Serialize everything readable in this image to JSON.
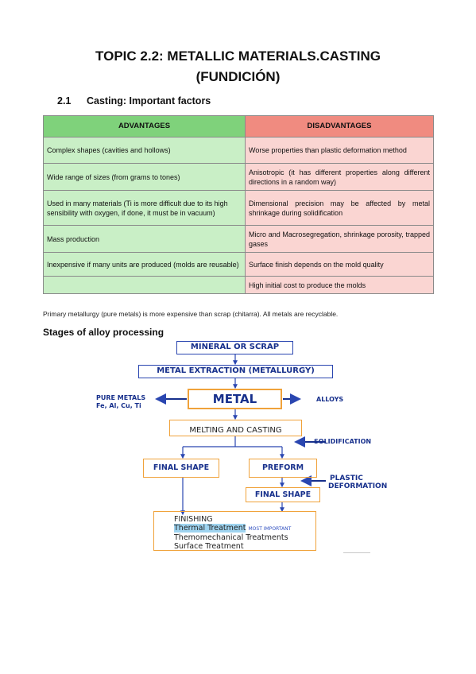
{
  "header": {
    "title_line1": "TOPIC 2.2: METALLIC MATERIALS.CASTING",
    "title_line2": "(FUNDICIÓN)"
  },
  "section": {
    "number": "2.1",
    "title": "Casting: Important factors"
  },
  "table": {
    "headers": {
      "advantages": "ADVANTAGES",
      "disadvantages": "DISADVANTAGES"
    },
    "rows": [
      {
        "advantage": "Complex shapes (cavities and hollows)",
        "disadvantage": "Worse properties than plastic deformation method"
      },
      {
        "advantage": "Wide range of sizes (from grams to tones)",
        "disadvantage": "Anisotropic (it has different properties along different directions in a random way)"
      },
      {
        "advantage": "Used in many materials (Ti is more difficult due to its high sensibility with oxygen, if done, it must be in vacuum)",
        "disadvantage": "Dimensional precision may be affected by metal shrinkage during solidification"
      },
      {
        "advantage": "Mass production",
        "disadvantage": "Micro and Macrosegregation, shrinkage porosity, trapped gases"
      },
      {
        "advantage": "Inexpensive if many units are produced (molds are reusable)",
        "disadvantage": "Surface finish depends on the mold quality"
      },
      {
        "advantage": "",
        "disadvantage": "High initial cost to produce the molds"
      }
    ]
  },
  "note": "Primary metallurgy (pure metals) is more expensive than scrap (chitarra). All metals are recyclable.",
  "stages_heading": "Stages of alloy processing",
  "diagram": {
    "mineral": "MINERAL OR SCRAP",
    "extraction": "METAL EXTRACTION (METALLURGY)",
    "metal": "METAL",
    "pure_metals": "PURE METALS",
    "pure_metals_list": "Fe, Al, Cu, Ti",
    "alloys": "ALLOYS",
    "melting": "MELTING AND CASTING",
    "solidification": "SOLIDIFICATION",
    "final_shape_left": "FINAL SHAPE",
    "preform": "PREFORM",
    "plastic_line1": "PLASTIC",
    "plastic_line2": "DEFORMATION",
    "final_shape_right": "FINAL SHAPE",
    "finishing": "FINISHING",
    "thermal": "Thermal Treatment",
    "most_important": "MOST IMPORTANT",
    "thermomechanical": "Themomechanical Treatments",
    "surface": "Surface Treatment"
  },
  "colors": {
    "advantages_header": "#7fd27b",
    "advantages_cell": "#c9efc6",
    "disadvantages_header": "#f08b80",
    "disadvantages_cell": "#fad5d2",
    "diagram_blue": "#17308c",
    "box_orange": "#f0a23a",
    "highlight": "#9fd4f0"
  }
}
